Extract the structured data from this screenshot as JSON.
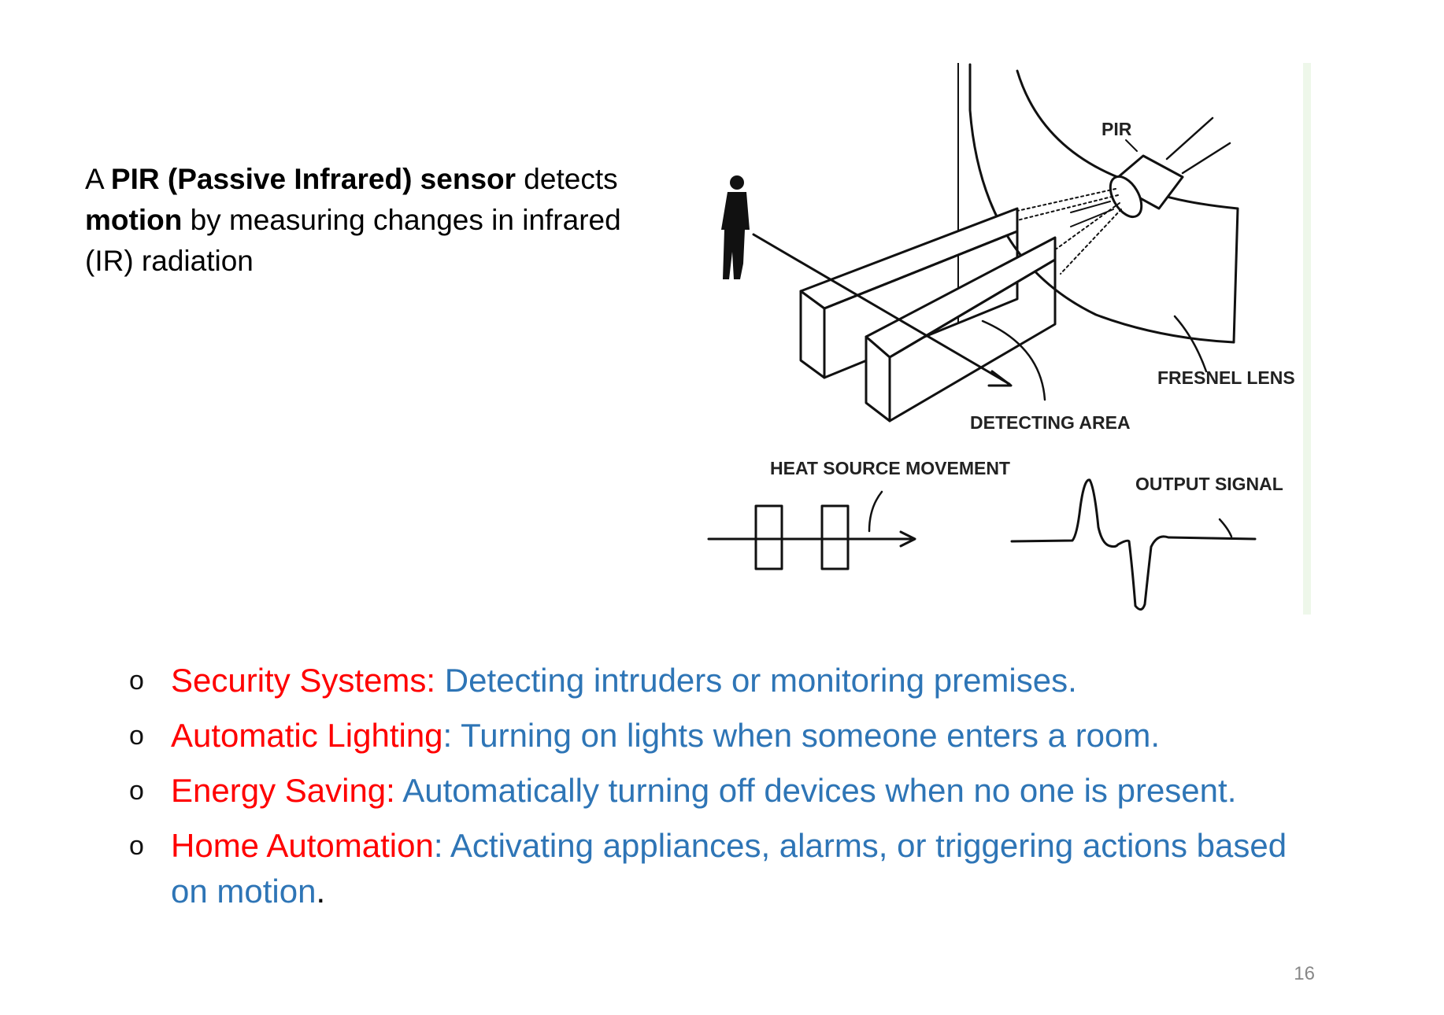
{
  "intro": {
    "prefix": "A ",
    "term": "PIR (Passive Infrared) sensor",
    "mid": " detects ",
    "motion": "motion",
    "suffix": " by measuring changes in infrared (IR) radiation"
  },
  "figure": {
    "labels": {
      "pir": "PIR",
      "fresnel_lens": "FRESNEL LENS",
      "detecting_area": "DETECTING AREA",
      "heat_source_movement": "HEAT SOURCE MOVEMENT",
      "output_signal": "OUTPUT SIGNAL"
    }
  },
  "bullets": [
    {
      "term": "Security Systems:",
      "desc": " Detecting intruders or monitoring premises.",
      "tail": ""
    },
    {
      "term": "Automatic Lighting",
      "desc": ": Turning on lights when someone enters a room.",
      "tail": ""
    },
    {
      "term": "Energy Saving:",
      "desc": " Automatically turning off devices when no one is present.",
      "tail": ""
    },
    {
      "term": "Home Automation",
      "desc": ": Activating appliances, alarms, or triggering actions based on motion",
      "tail": "."
    }
  ],
  "bullet_symbol": "o",
  "page_number": "16",
  "colors": {
    "term": "#ff0000",
    "description": "#2e75b6",
    "body_text": "#000000",
    "page_number": "#888888"
  }
}
